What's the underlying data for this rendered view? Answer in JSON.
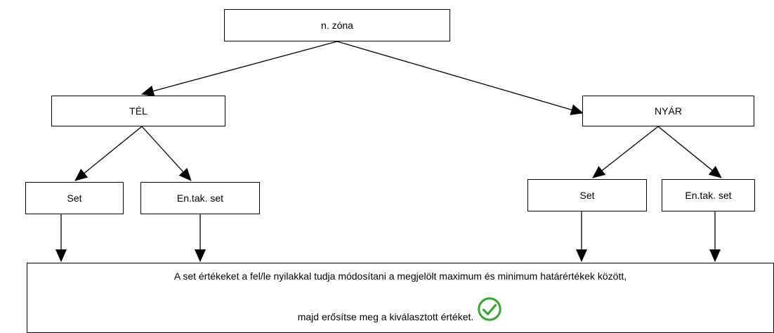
{
  "diagram": {
    "root": {
      "label": "n. zóna"
    },
    "seasons": [
      {
        "label": "TÉL",
        "children": [
          "Set",
          "En.tak. set"
        ]
      },
      {
        "label": "NYÁR",
        "children": [
          "Set",
          "En.tak. set"
        ]
      }
    ],
    "instruction": {
      "line1": "A set értékeket a fel/le nyilakkal tudja módosítani a megjelölt maximum és minimum határértékek között,",
      "line2": "majd erősítse meg a kiválasztott értéket.",
      "icon": "check-circle-icon",
      "icon_color": "#3aa635"
    }
  }
}
